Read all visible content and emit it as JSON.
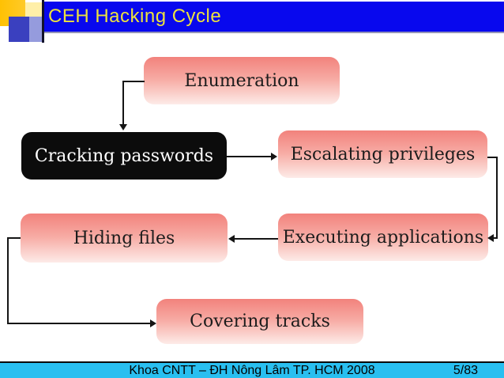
{
  "slide": {
    "title": "CEH Hacking Cycle",
    "footer": {
      "text": "Khoa CNTT – ĐH Nông Lâm TP. HCM 2008",
      "page": "5/83"
    }
  },
  "colors": {
    "title_bar": "#0808ee",
    "title_text": "#ece23e",
    "node_gradient_top": "#f2827c",
    "node_gradient_bottom": "#fdebe8",
    "highlight_node_bg": "#0c0c0c",
    "highlight_node_text": "#ffffff",
    "footer_bar": "#29bff0",
    "connector": "#151515",
    "corner_gold": "#ffc103",
    "corner_blue": "#3a40bf"
  },
  "diagram": {
    "nodes": [
      {
        "id": "enumeration",
        "label": "Enumeration",
        "highlighted": false
      },
      {
        "id": "cracking-passwords",
        "label": "Cracking passwords",
        "highlighted": true
      },
      {
        "id": "escalating-privileges",
        "label": "Escalating privileges",
        "highlighted": false
      },
      {
        "id": "hiding-files",
        "label": "Hiding files",
        "highlighted": false
      },
      {
        "id": "executing-applications",
        "label": "Executing applications",
        "highlighted": false
      },
      {
        "id": "covering-tracks",
        "label": "Covering tracks",
        "highlighted": false
      }
    ],
    "edges": [
      {
        "from": "Enumeration",
        "to": "Cracking passwords"
      },
      {
        "from": "Cracking passwords",
        "to": "Escalating privileges"
      },
      {
        "from": "Escalating privileges",
        "to": "Executing applications"
      },
      {
        "from": "Executing applications",
        "to": "Hiding files"
      },
      {
        "from": "Hiding files",
        "to": "Covering tracks"
      }
    ]
  }
}
